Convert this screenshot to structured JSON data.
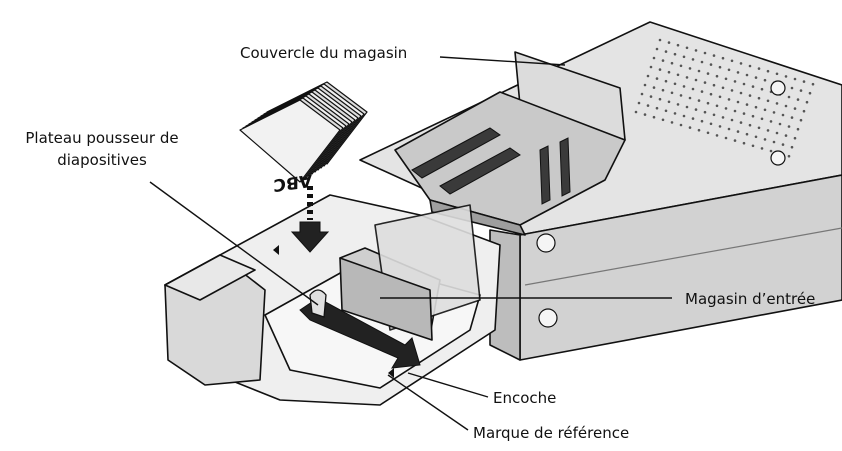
{
  "labels": {
    "couvercle": "Couvercle du magasin",
    "plateau_line1": "Plateau pousseur de",
    "plateau_line2": "diapositives",
    "magasin": "Magasin d’entrée",
    "encoche": "Encoche",
    "marque": "Marque de référence"
  },
  "slide_text": "ABC",
  "colors": {
    "outline": "#111111",
    "body_light": "#ececec",
    "body_mid": "#d6d6d6",
    "body_dark": "#a9a9a9",
    "slot_dark": "#3a3a3a",
    "arrow": "#222222"
  }
}
